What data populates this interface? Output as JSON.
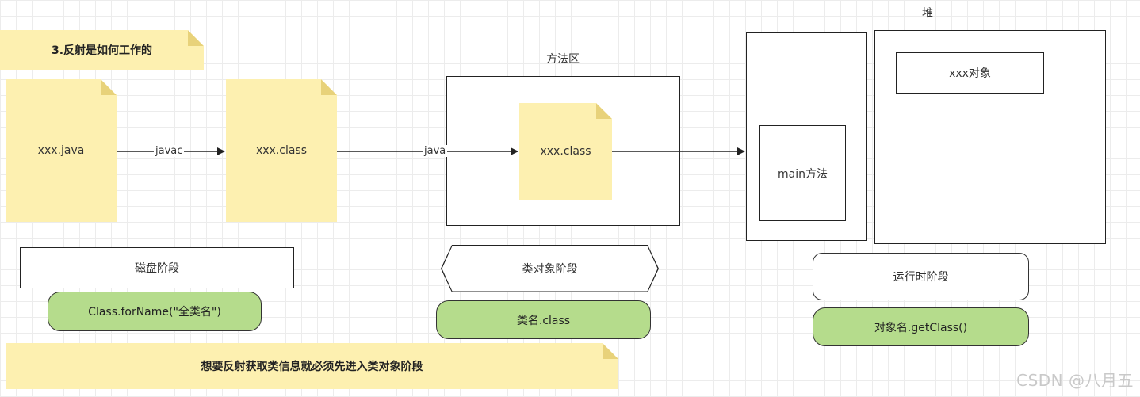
{
  "title": "3.反射是如何工作的",
  "files": {
    "java": "xxx.java",
    "class_disk": "xxx.class",
    "class_method_area": "xxx.class"
  },
  "edges": {
    "javac": "javac",
    "java": "java"
  },
  "method_area": {
    "label": "方法区"
  },
  "stack": {
    "main_label": "main方法"
  },
  "heap": {
    "label": "堆",
    "object_label": "xxx对象"
  },
  "stages": {
    "disk": "磁盘阶段",
    "class_object": "类对象阶段",
    "runtime": "运行时阶段"
  },
  "methods": {
    "forname": "Class.forName(\"全类名\")",
    "class_literal": "类名.class",
    "get_class": "对象名.getClass()"
  },
  "footer_note": "想要反射获取类信息就必须先进入类对象阶段",
  "watermark": "CSDN @八月五",
  "colors": {
    "note_yellow": "#fdf0b0",
    "green": "#b5dc8c",
    "border": "#222222"
  }
}
